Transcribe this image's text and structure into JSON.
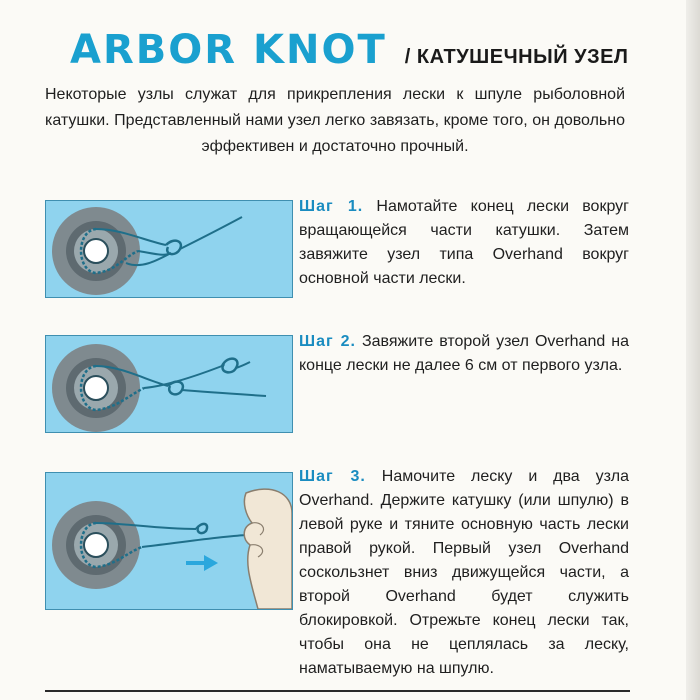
{
  "header": {
    "title": "ARBOR KNOT",
    "subtitle": "/ КАТУШЕЧНЫЙ УЗЕЛ"
  },
  "intro": "Некоторые узлы служат для прикрепления лески к шпуле рыболовной катушки. Представленный нами узел легко завязать, кроме того, он довольно эффективен и достаточно прочный.",
  "steps": [
    {
      "label": "Шаг 1.",
      "text": "Намотайте конец лески вокруг вращающейся части катушки. Затем завяжите узел типа Overhand вокруг основной части лески."
    },
    {
      "label": "Шаг 2.",
      "text": "Завяжите второй узел Overhand на конце лески не далее 6 см от первого узла."
    },
    {
      "label": "Шаг 3.",
      "text": "Намочите леску и два узла Overhand. Держите катушку (или шпулю) в левой руке и тяните основную часть лески правой рукой. Первый узел Overhand соскользнет вниз движущейся части, а второй Overhand будет служить блокировкой. Отрежьте конец лески так, чтобы она не цеплялась за леску, наматываемую на шпулю."
    }
  ],
  "colors": {
    "title": "#1aa0cf",
    "step_label": "#1a8cc0",
    "panel": "#8fd3ee",
    "line": "#1f6f8a",
    "arrow": "#2aa7dd"
  }
}
